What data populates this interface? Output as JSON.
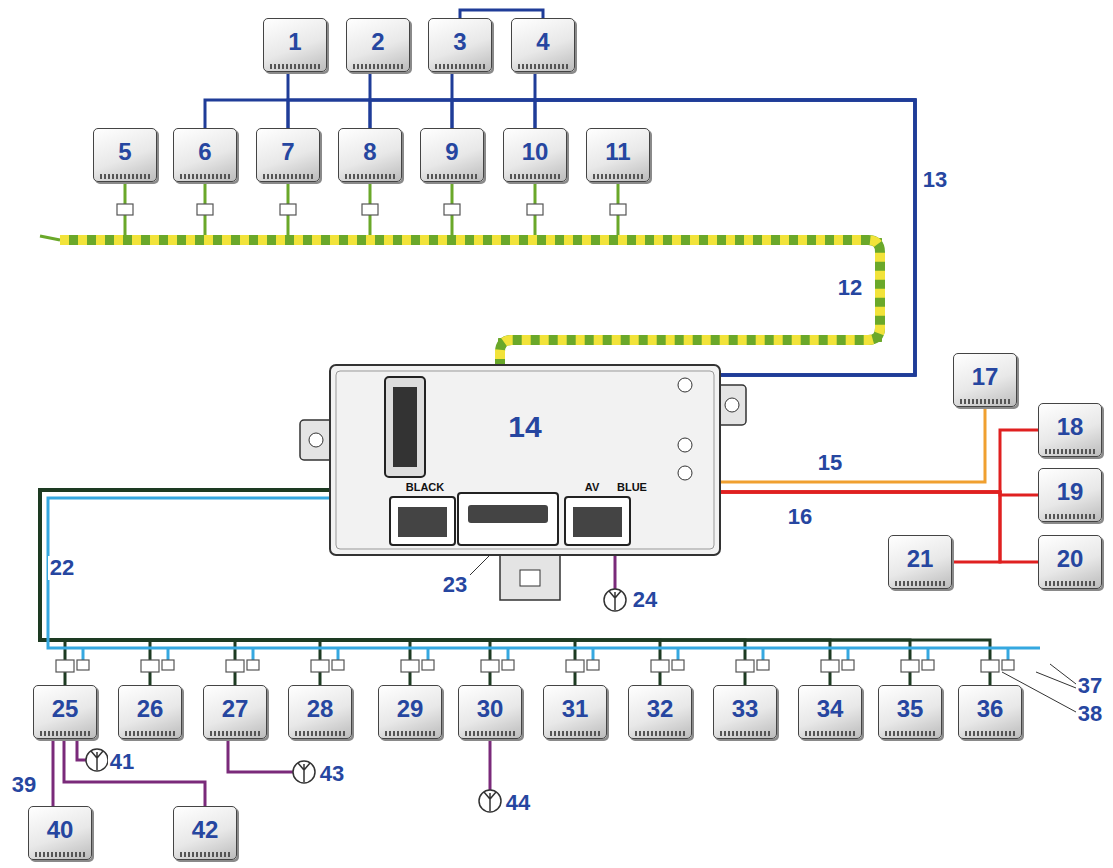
{
  "diagram": {
    "nodes": [
      {
        "text": [
          "1"
        ]
      },
      {
        "text": [
          "2"
        ]
      },
      {
        "text": [
          "3"
        ]
      },
      {
        "text": [
          "4"
        ]
      },
      {
        "text": [
          "5"
        ]
      },
      {
        "text": [
          "6"
        ]
      },
      {
        "text": [
          "7"
        ]
      },
      {
        "text": [
          "8"
        ]
      },
      {
        "text": [
          "9"
        ]
      },
      {
        "text": [
          "10"
        ]
      },
      {
        "text": [
          "11"
        ]
      },
      {
        "text": [
          "14",
          "BLACK",
          "AV",
          "BLUE"
        ]
      },
      {
        "text": [
          "17"
        ]
      },
      {
        "text": [
          "18"
        ]
      },
      {
        "text": [
          "19"
        ]
      },
      {
        "text": [
          "20"
        ]
      },
      {
        "text": [
          "21"
        ]
      },
      {
        "text": [
          "25"
        ]
      },
      {
        "text": [
          "26"
        ]
      },
      {
        "text": [
          "27"
        ]
      },
      {
        "text": [
          "28"
        ]
      },
      {
        "text": [
          "29"
        ]
      },
      {
        "text": [
          "30"
        ]
      },
      {
        "text": [
          "31"
        ]
      },
      {
        "text": [
          "32"
        ]
      },
      {
        "text": [
          "33"
        ]
      },
      {
        "text": [
          "34"
        ]
      },
      {
        "text": [
          "35"
        ]
      },
      {
        "text": [
          "36"
        ]
      },
      {
        "text": [
          "40"
        ]
      },
      {
        "text": [
          "42"
        ]
      }
    ],
    "edges": [
      {
        "from": 2,
        "to": 3,
        "arrow": "none"
      },
      {
        "from": 0,
        "to": 6,
        "arrow": "none"
      },
      {
        "from": 1,
        "to": 7,
        "arrow": "none"
      },
      {
        "from": 2,
        "to": 8,
        "arrow": "none"
      },
      {
        "from": 3,
        "to": 9,
        "arrow": "none"
      },
      {
        "from": 11,
        "to": 5,
        "arrow": "none"
      },
      {
        "from": 11,
        "to": 6,
        "arrow": "none"
      },
      {
        "from": 11,
        "to": 7,
        "arrow": "none"
      },
      {
        "from": 11,
        "to": 8,
        "arrow": "none"
      },
      {
        "from": 11,
        "to": 9,
        "arrow": "none"
      },
      {
        "from": 11,
        "to": 4,
        "arrow": "none"
      },
      {
        "from": 11,
        "to": 5,
        "arrow": "none"
      },
      {
        "from": 11,
        "to": 6,
        "arrow": "none"
      },
      {
        "from": 11,
        "to": 7,
        "arrow": "none"
      },
      {
        "from": 11,
        "to": 8,
        "arrow": "none"
      },
      {
        "from": 11,
        "to": 9,
        "arrow": "none"
      },
      {
        "from": 11,
        "to": 10,
        "arrow": "none"
      },
      {
        "from": 11,
        "to": 12,
        "arrow": "none"
      },
      {
        "from": 11,
        "to": 13,
        "arrow": "none"
      },
      {
        "from": 11,
        "to": 14,
        "arrow": "none"
      },
      {
        "from": 11,
        "to": 15,
        "arrow": "none"
      },
      {
        "from": 11,
        "to": 16,
        "arrow": "none"
      },
      {
        "from": 11,
        "to": 17,
        "arrow": "none"
      },
      {
        "from": 11,
        "to": 18,
        "arrow": "none"
      },
      {
        "from": 11,
        "to": 19,
        "arrow": "none"
      },
      {
        "from": 11,
        "to": 20,
        "arrow": "none"
      },
      {
        "from": 11,
        "to": 21,
        "arrow": "none"
      },
      {
        "from": 11,
        "to": 22,
        "arrow": "none"
      },
      {
        "from": 11,
        "to": 23,
        "arrow": "none"
      },
      {
        "from": 11,
        "to": 24,
        "arrow": "none"
      },
      {
        "from": 11,
        "to": 25,
        "arrow": "none"
      },
      {
        "from": 11,
        "to": 26,
        "arrow": "none"
      },
      {
        "from": 11,
        "to": 27,
        "arrow": "none"
      },
      {
        "from": 11,
        "to": 28,
        "arrow": "none"
      },
      {
        "from": 17,
        "to": 29,
        "arrow": "none"
      },
      {
        "from": 17,
        "to": 30,
        "arrow": "none"
      }
    ],
    "labels": [
      "12",
      "13",
      "15",
      "16",
      "22",
      "23",
      "24",
      "37",
      "38",
      "39",
      "41",
      "43",
      "44"
    ]
  }
}
